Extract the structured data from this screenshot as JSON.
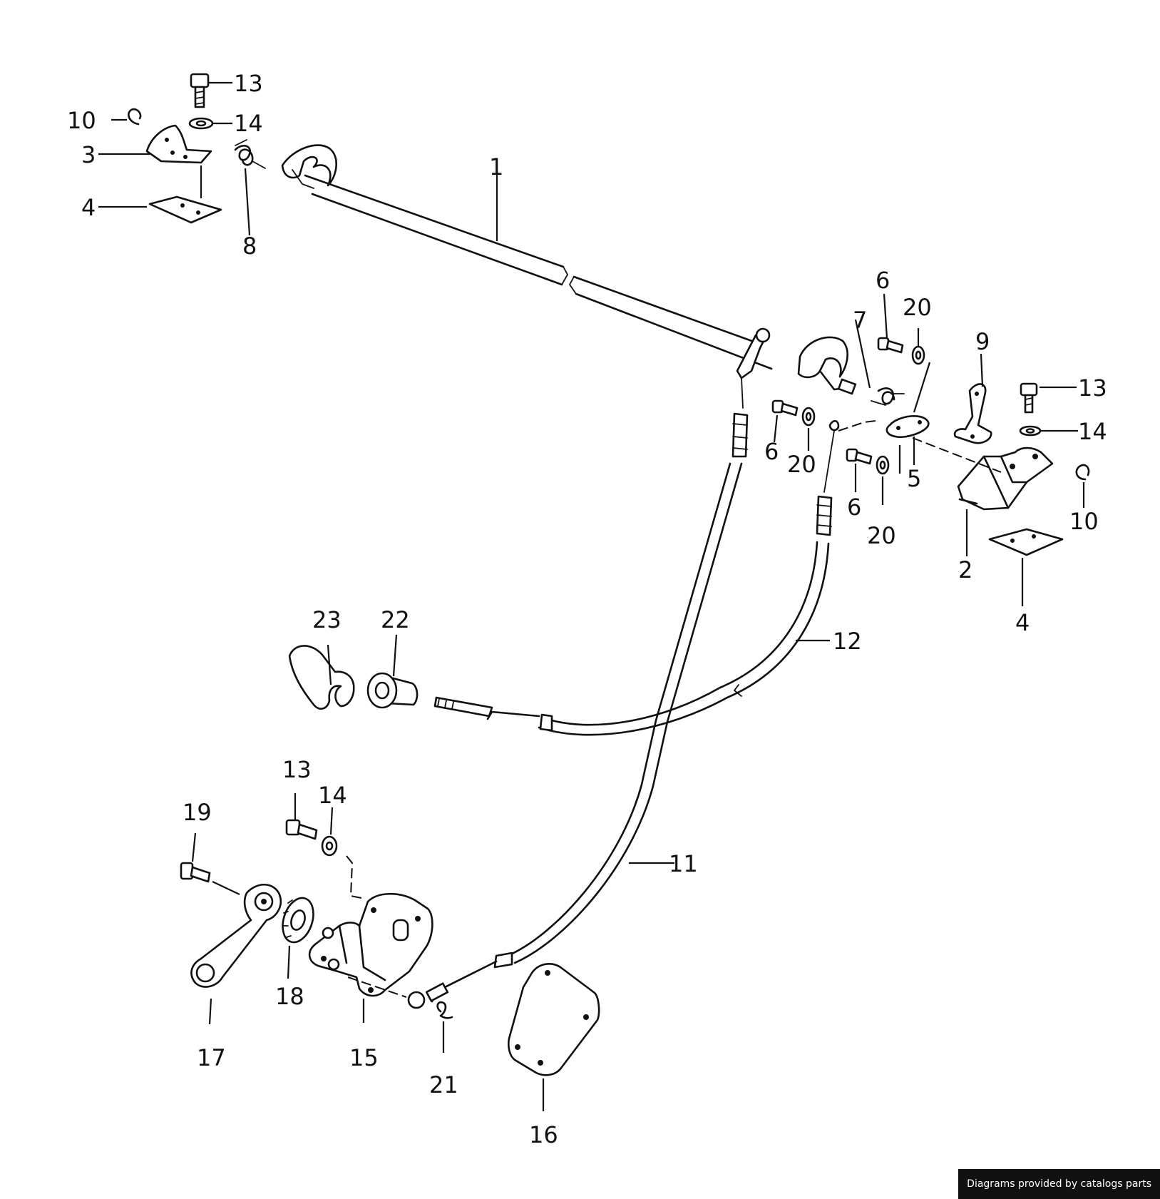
{
  "callouts": [
    {
      "id": "c1",
      "label": "1"
    },
    {
      "id": "c2",
      "label": "2"
    },
    {
      "id": "c3",
      "label": "3"
    },
    {
      "id": "c4a",
      "label": "4"
    },
    {
      "id": "c4b",
      "label": "4"
    },
    {
      "id": "c5",
      "label": "5"
    },
    {
      "id": "c6a",
      "label": "6"
    },
    {
      "id": "c6b",
      "label": "6"
    },
    {
      "id": "c6c",
      "label": "6"
    },
    {
      "id": "c7",
      "label": "7"
    },
    {
      "id": "c8",
      "label": "8"
    },
    {
      "id": "c9",
      "label": "9"
    },
    {
      "id": "c10a",
      "label": "10"
    },
    {
      "id": "c10b",
      "label": "10"
    },
    {
      "id": "c11",
      "label": "11"
    },
    {
      "id": "c12",
      "label": "12"
    },
    {
      "id": "c13a",
      "label": "13"
    },
    {
      "id": "c13b",
      "label": "13"
    },
    {
      "id": "c13c",
      "label": "13"
    },
    {
      "id": "c14a",
      "label": "14"
    },
    {
      "id": "c14b",
      "label": "14"
    },
    {
      "id": "c14c",
      "label": "14"
    },
    {
      "id": "c15",
      "label": "15"
    },
    {
      "id": "c16",
      "label": "16"
    },
    {
      "id": "c17",
      "label": "17"
    },
    {
      "id": "c18",
      "label": "18"
    },
    {
      "id": "c19",
      "label": "19"
    },
    {
      "id": "c20a",
      "label": "20"
    },
    {
      "id": "c20b",
      "label": "20"
    },
    {
      "id": "c20c",
      "label": "20"
    },
    {
      "id": "c21",
      "label": "21"
    },
    {
      "id": "c22",
      "label": "22"
    },
    {
      "id": "c23",
      "label": "23"
    }
  ],
  "footer": {
    "credit": "Diagrams provided by catalogs parts"
  }
}
